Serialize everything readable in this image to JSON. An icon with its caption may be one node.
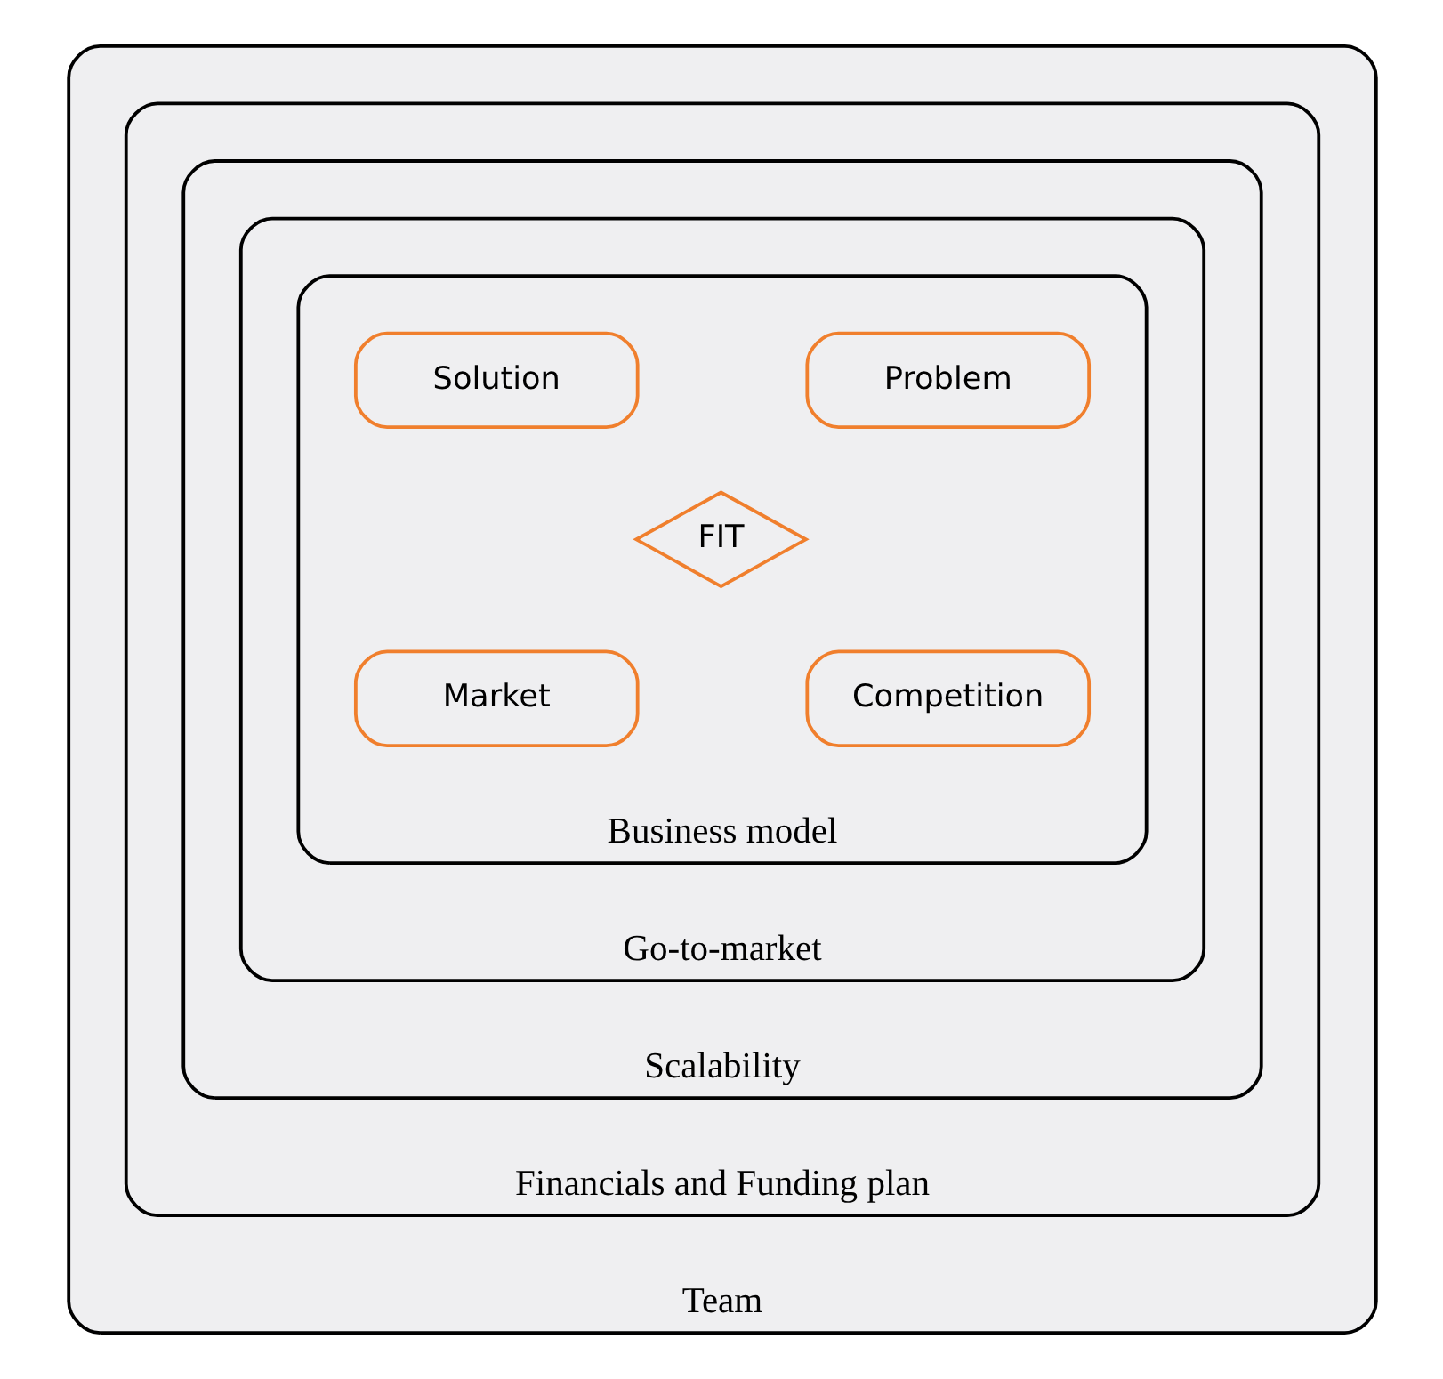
{
  "diagram": {
    "nodes": [
      {
        "text": [
          "Team"
        ]
      },
      {
        "text": [
          "Financials and Funding plan"
        ],
        "in": 0
      },
      {
        "text": [
          "Scalability"
        ],
        "in": 1
      },
      {
        "text": [
          "Go-to-market"
        ],
        "in": 2
      },
      {
        "text": [
          "Business model"
        ],
        "in": 3
      },
      {
        "text": [
          "Problem"
        ],
        "in": 4
      },
      {
        "text": [
          "Solution"
        ],
        "in": 4
      },
      {
        "text": [
          "FIT"
        ],
        "in": 4
      },
      {
        "text": [
          "Market"
        ],
        "in": 4
      },
      {
        "text": [
          "Competition"
        ],
        "in": 4
      }
    ]
  }
}
